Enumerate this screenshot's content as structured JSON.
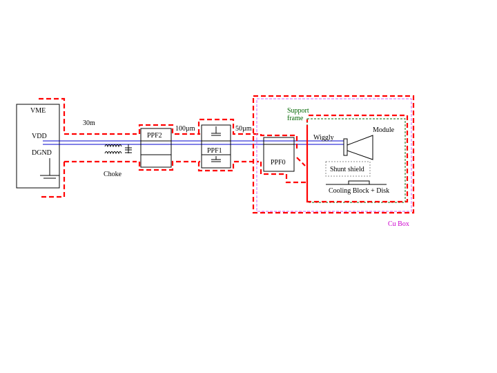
{
  "labels": {
    "vme": "VME",
    "vdd": "VDD",
    "dgnd": "DGND",
    "cable_length": "30m",
    "choke": "Choke",
    "ppf2": "PPF2",
    "gap_100": "100µm",
    "ppf1": "PPF1",
    "gap_50": "50µm",
    "support_frame_1": "Support",
    "support_frame_2": "frame",
    "wiggly": "Wiggly",
    "module": "Module",
    "ppf0": "PPF0",
    "shunt_shield": "Shunt shield",
    "cooling": "Cooling Block + Disk",
    "cu_box": "Cu Box"
  },
  "colors": {
    "shield_dash": "#ff0000",
    "bus_line": "#0000cc",
    "support_frame_text": "#006600",
    "cu_box_text": "#cc00cc",
    "cu_box_outline": "#cc66ff"
  }
}
